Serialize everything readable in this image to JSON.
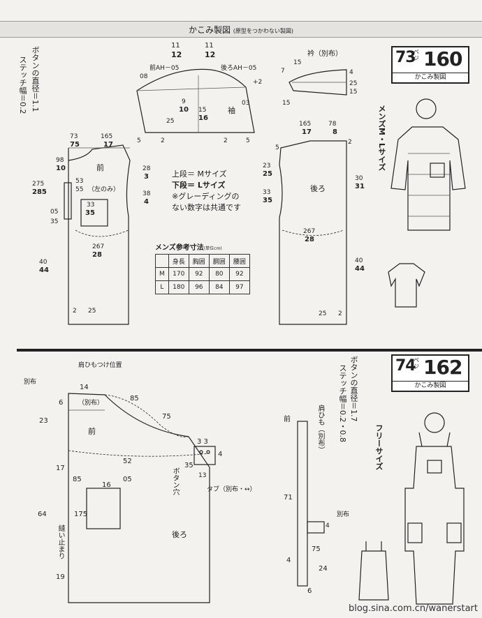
{
  "header": {
    "title": "かこみ製図",
    "subtitle": "(原型をつかわない製図)"
  },
  "top": {
    "badge": {
      "num": "73",
      "page": "ペジ",
      "big": "160",
      "sub": "かこみ製図"
    },
    "button_note": "ボタンの直径＝1.1",
    "stitch_note": "ステッチ幅＝0.2",
    "size_note": {
      "line1": "上段＝ Mサイズ",
      "line2": "下段＝ Lサイズ",
      "line3": "※グレーディングの",
      "line4": "ない数字は共通です"
    },
    "model_label": "メンズM・Lサイズ",
    "collar_label": "衿（別布）",
    "sleeve_label": "袖",
    "front_label": "前",
    "back_label": "後ろ",
    "sep_label": "別布",
    "hem_label": "（左のみ）",
    "front_ah": "前AH－05",
    "back_ah": "後ろAH－05"
  },
  "table": {
    "title": "メンズ参考寸法",
    "unit": "(単位cm)",
    "headers": [
      "",
      "身長",
      "胸囲",
      "胴囲",
      "腰囲"
    ],
    "rows": [
      [
        "M",
        "170",
        "92",
        "80",
        "92"
      ],
      [
        "L",
        "180",
        "96",
        "84",
        "97"
      ]
    ]
  },
  "bottom": {
    "badge": {
      "num": "74",
      "page": "ペジ",
      "big": "162",
      "sub": "かこみ製図"
    },
    "button_note": "ボタンの直径＝1.7",
    "stitch_note": "ステッチ幅＝0.2・0.8",
    "size_label": "フリーサイズ",
    "strap_pos": "肩ひもつけ位置",
    "front_label": "前",
    "back_label": "後ろ",
    "sep_label": "（別布）",
    "sep_plain": "別布",
    "tab_label": "タブ（別布・↔）",
    "button_hole": "ボタン穴",
    "strap_label": "肩ひも（別布）",
    "sew_stop": "縫い止まり"
  },
  "footer": "blog.sina.com.cn/wanerstart"
}
